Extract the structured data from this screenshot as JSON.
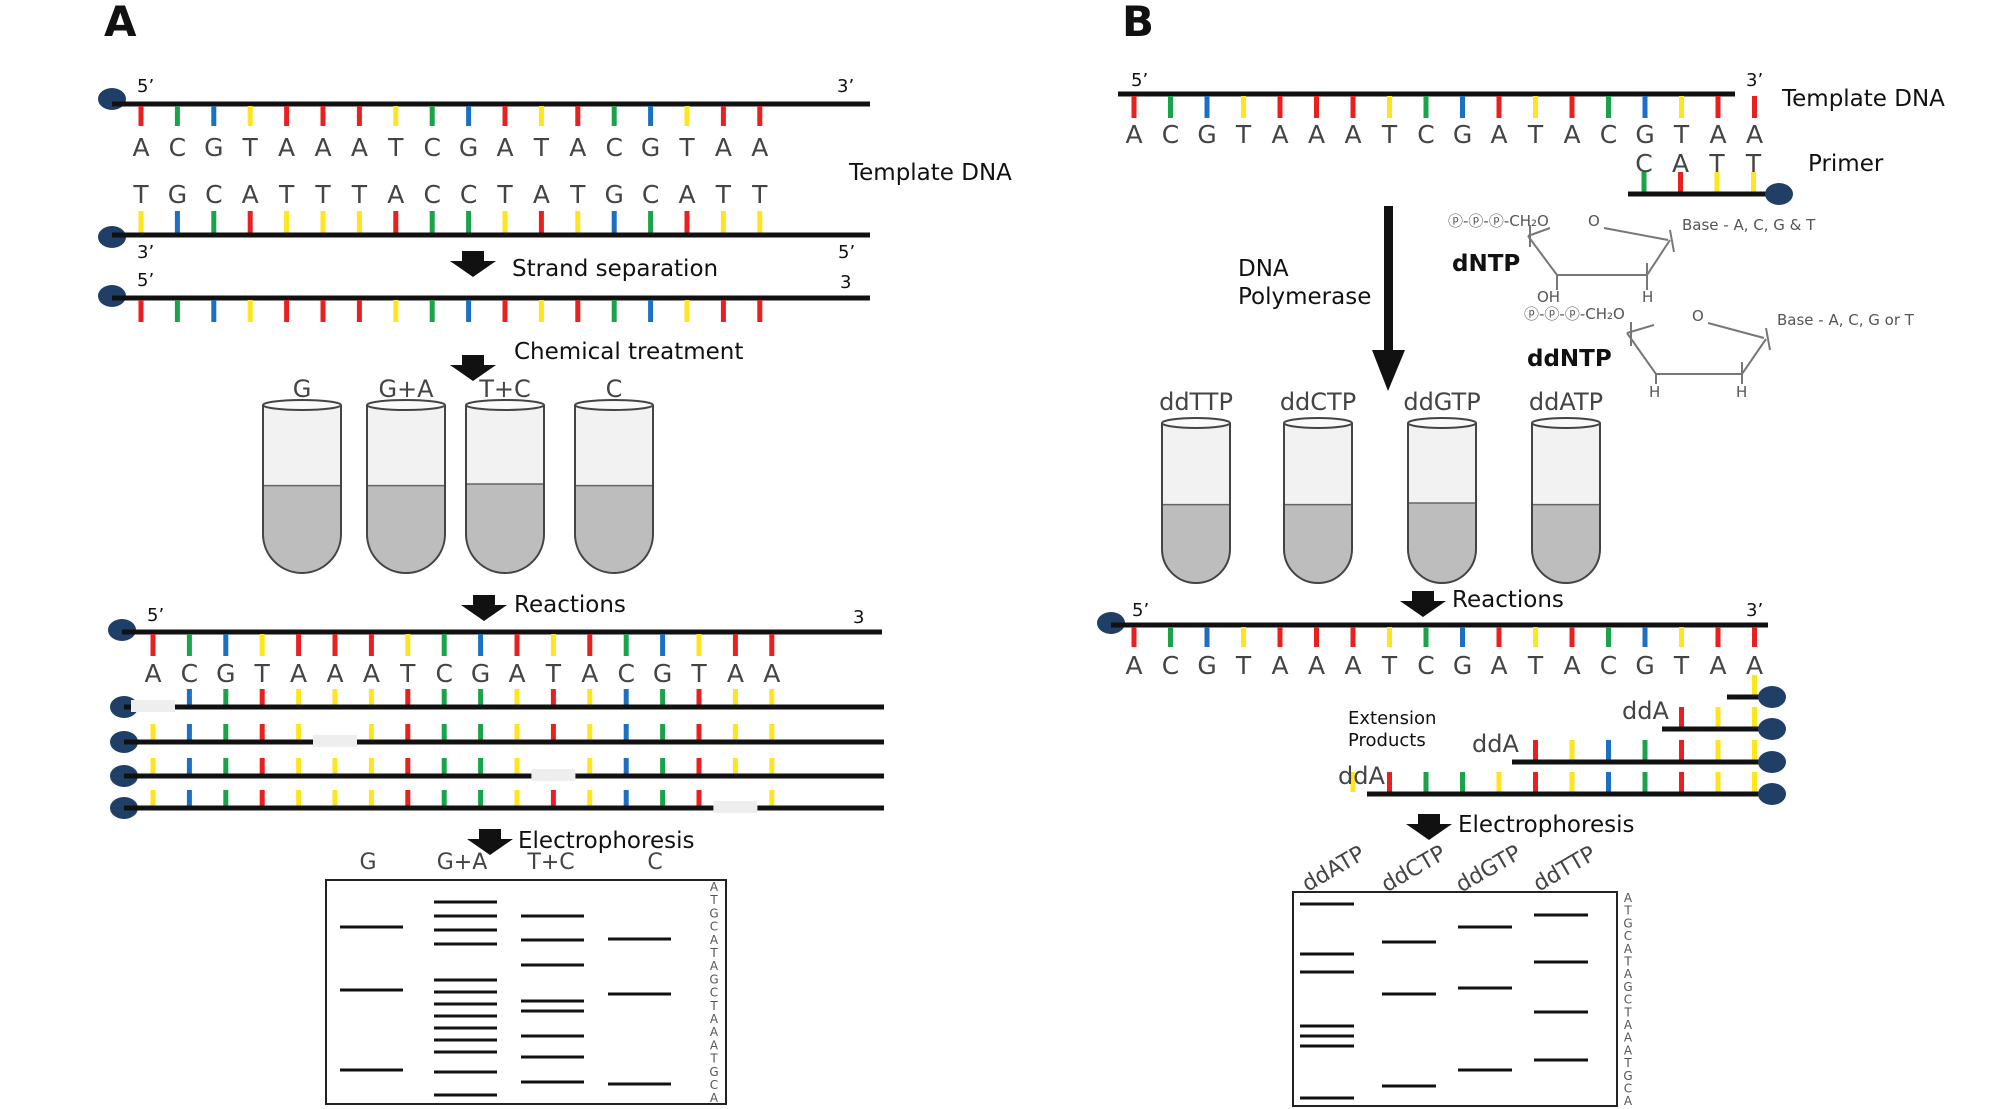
{
  "panels": {
    "a": "A",
    "b": "B"
  },
  "colors": {
    "A": "#e8201f",
    "C": "#1aa34a",
    "G": "#1b6fc4",
    "T": "#ffe51c",
    "backbone": "#111111",
    "bead": "#1f3f66",
    "tube_fill": "#bdbdbd",
    "tube_empty": "#f2f2f2"
  },
  "panel_a": {
    "top_strand": {
      "end_5": "5’",
      "end_3": "3’",
      "bases": [
        "A",
        "C",
        "G",
        "T",
        "A",
        "A",
        "A",
        "T",
        "C",
        "G",
        "A",
        "T",
        "A",
        "C",
        "G",
        "T",
        "A",
        "A"
      ]
    },
    "bottom_strand": {
      "end_3": "3’",
      "end_5": "5’",
      "bases": [
        "T",
        "G",
        "C",
        "A",
        "T",
        "T",
        "T",
        "A",
        "C",
        "C",
        "T",
        "A",
        "T",
        "G",
        "C",
        "A",
        "T",
        "T"
      ]
    },
    "template_label": "Template DNA",
    "sep_strand": {
      "end_5": "5’",
      "end_3": "3",
      "bases": [
        "A",
        "C",
        "G",
        "T",
        "A",
        "A",
        "A",
        "T",
        "C",
        "G",
        "A",
        "T",
        "A",
        "C",
        "G",
        "T",
        "A",
        "A"
      ]
    },
    "steps": {
      "separation": "Strand separation",
      "chemical": "Chemical treatment",
      "reactions": "Reactions",
      "electrophoresis": "Electrophoresis"
    },
    "tubes": [
      "G",
      "G+A",
      "T+C",
      "C"
    ],
    "reaction_strand": {
      "end_5": "5’",
      "end_3": "3",
      "bases": [
        "A",
        "C",
        "G",
        "T",
        "A",
        "A",
        "A",
        "T",
        "C",
        "G",
        "A",
        "T",
        "A",
        "C",
        "G",
        "T",
        "A",
        "A"
      ]
    },
    "gel_lanes": [
      "G",
      "G+A",
      "T+C",
      "C"
    ],
    "gel_sequence": "ATGCATAGCTAAATGCA"
  },
  "panel_b": {
    "template": {
      "end_5": "5’",
      "end_3": "3’",
      "bases": [
        "A",
        "C",
        "G",
        "T",
        "A",
        "A",
        "A",
        "T",
        "C",
        "G",
        "A",
        "T",
        "A",
        "C",
        "G",
        "T",
        "A",
        "A"
      ],
      "label": "Template DNA"
    },
    "primer": {
      "bases": [
        "C",
        "A",
        "T",
        "T"
      ],
      "label": "Primer"
    },
    "polymerase": [
      "DNA",
      "Polymerase"
    ],
    "dntp": {
      "label": "dNTP",
      "phosphates": "ⓟ-ⓟ-ⓟ-CH₂O",
      "ring_o": "O",
      "oh": "OH",
      "h": "H",
      "base": "Base - A, C, G & T"
    },
    "ddntp": {
      "label": "ddNTP",
      "phosphates": "ⓟ-ⓟ-ⓟ-CH₂O",
      "ring_o": "O",
      "h": "H",
      "base": "Base - A, C, G or T"
    },
    "tubes": [
      "ddTTP",
      "ddCTP",
      "ddGTP",
      "ddATP"
    ],
    "reaction_strand": {
      "end_5": "5’",
      "end_3": "3’",
      "bases": [
        "A",
        "C",
        "G",
        "T",
        "A",
        "A",
        "A",
        "T",
        "C",
        "G",
        "A",
        "T",
        "A",
        "C",
        "G",
        "T",
        "A",
        "A"
      ]
    },
    "reactions": "Reactions",
    "extension": [
      "Extension",
      "Products"
    ],
    "dda": "ddA",
    "electrophoresis": "Electrophoresis",
    "gel_lanes": [
      "ddATP",
      "ddCTP",
      "ddGTP",
      "ddTTP"
    ],
    "gel_sequence": "ATGCATAGCTAAATGCA"
  }
}
